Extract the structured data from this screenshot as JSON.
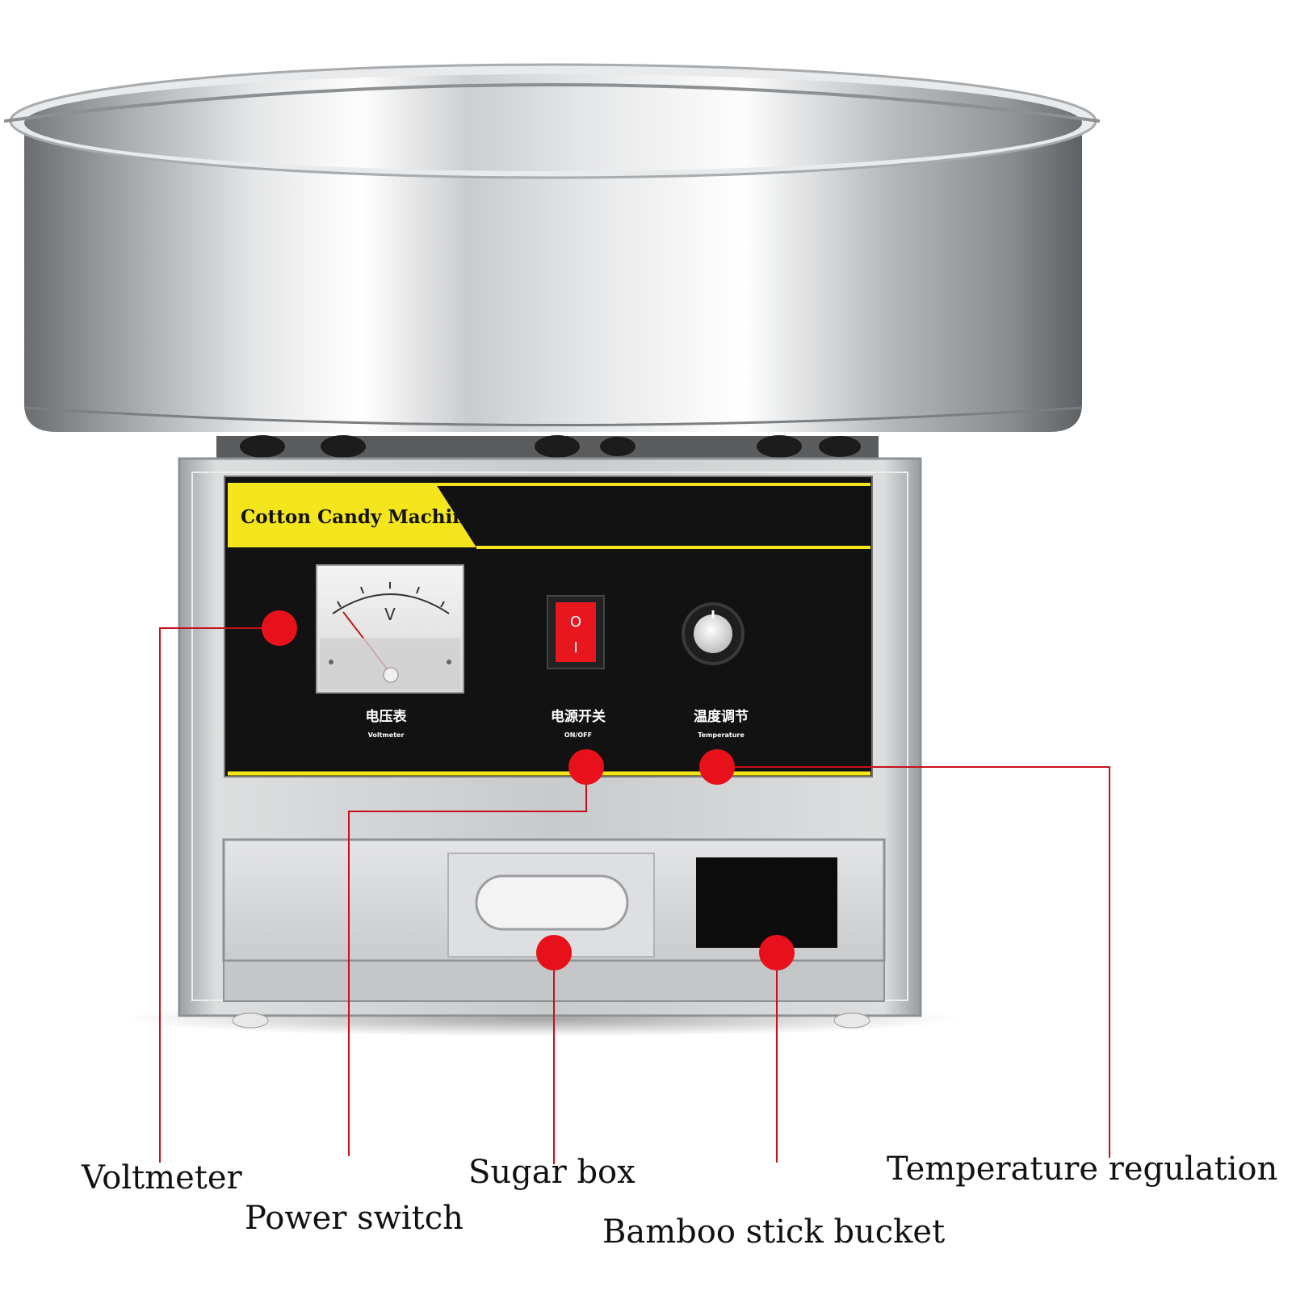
{
  "product": {
    "brand_label": "Cotton Candy Machine",
    "panel": {
      "voltmeter": {
        "zh": "电压表",
        "en": "Voltmeter",
        "dial_symbol": "V"
      },
      "power_switch": {
        "zh": "电源开关",
        "en": "ON/OFF",
        "symbols": [
          "O",
          "I"
        ]
      },
      "temperature": {
        "zh": "温度调节",
        "en": "Temperature"
      }
    }
  },
  "callouts": [
    {
      "id": "voltmeter",
      "label": "Voltmeter"
    },
    {
      "id": "power-switch",
      "label": "Power switch"
    },
    {
      "id": "sugar-box",
      "label": "Sugar box"
    },
    {
      "id": "bamboo-stick-bucket",
      "label": "Bamboo stick bucket"
    },
    {
      "id": "temperature-regulation",
      "label": "Temperature regulation"
    }
  ],
  "colors": {
    "marker": "#e8101a",
    "leader_line": "#c8101a",
    "panel_accent": "#f5e51c",
    "panel_black": "#121212",
    "steel": "#b9bcbf"
  }
}
